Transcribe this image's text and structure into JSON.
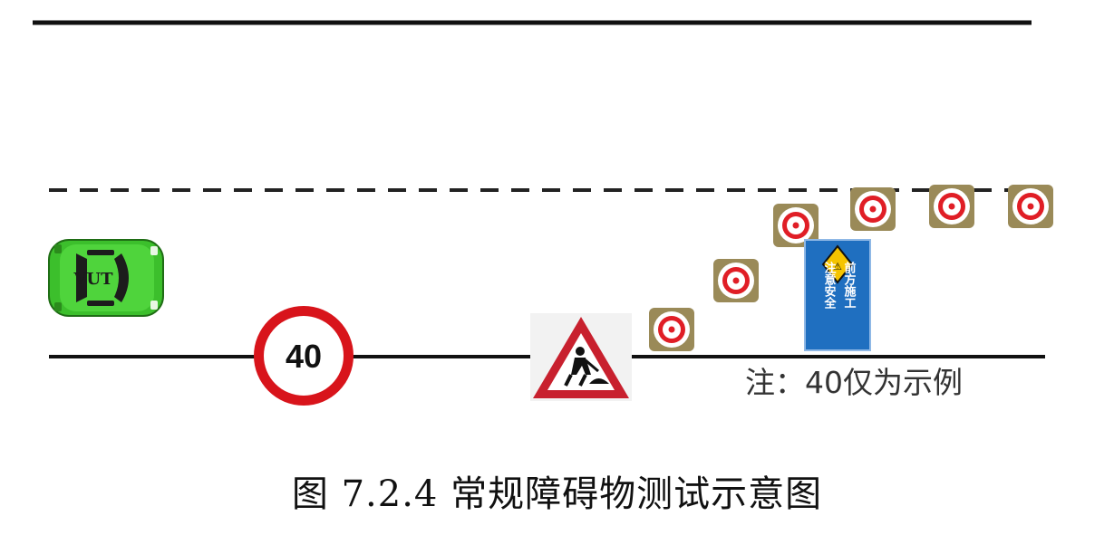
{
  "diagram": {
    "vehicle_label": "VUT",
    "speed_limit_value": "40",
    "note": "注：40仅为示例",
    "construction_board_lines": [
      "前方施工",
      "注意安全"
    ],
    "caption": "图 7.2.4 常规障碍物测试示意图",
    "colors": {
      "vehicle_green": "#3cbf2c",
      "speed_ring_red": "#d8141b",
      "warning_red": "#c8202e",
      "cone_frame": "#9a8a58",
      "board_blue": "#1f6fc0",
      "board_yellow": "#f5c400"
    },
    "icons": {
      "vehicle": "car-top-view-icon",
      "speed_limit": "speed-limit-sign-icon",
      "road_work": "road-work-warning-icon",
      "cone": "traffic-cone-top-icon",
      "board": "construction-board-icon"
    }
  }
}
